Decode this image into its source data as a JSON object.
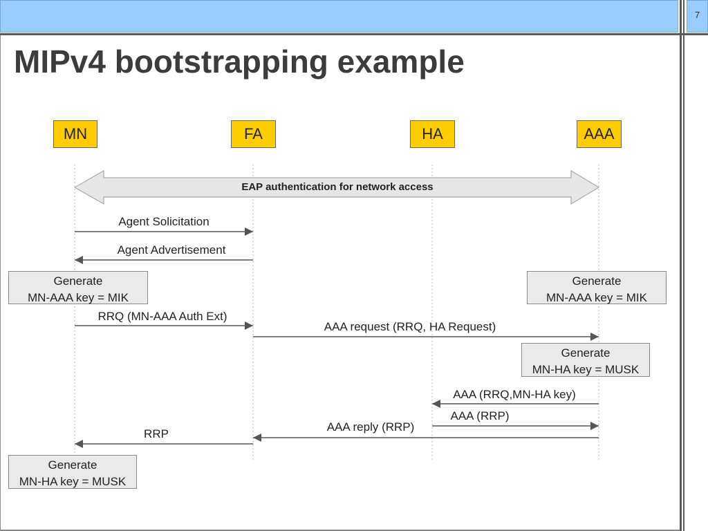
{
  "slide": {
    "title": "MIPv4 bootstrapping example",
    "page_number": "7"
  },
  "entities": {
    "mn": "MN",
    "fa": "FA",
    "ha": "HA",
    "aaa": "AAA"
  },
  "messages": {
    "eap": "EAP authentication for network access",
    "agent_solicitation": "Agent Solicitation",
    "agent_advertisement": "Agent Advertisement",
    "rrq": "RRQ (MN-AAA Auth Ext)",
    "aaa_request": "AAA request (RRQ, HA Request)",
    "aaa_rrq_key": "AAA (RRQ,MN-HA key)",
    "aaa_rrp": "AAA (RRP)",
    "aaa_reply": "AAA reply (RRP)",
    "rrp": "RRP"
  },
  "boxes": {
    "mn_mik": {
      "line1": "Generate",
      "line2": "MN-AAA key = MIK"
    },
    "aaa_mik": {
      "line1": "Generate",
      "line2": "MN-AAA key = MIK"
    },
    "aaa_musk": {
      "line1": "Generate",
      "line2": "MN-HA key = MUSK"
    },
    "mn_musk": {
      "line1": "Generate",
      "line2": "MN-HA key = MUSK"
    }
  },
  "colors": {
    "header": "#99ccff",
    "entity": "#ffcc00",
    "box": "#eaeaea",
    "arrow": "#555555"
  }
}
